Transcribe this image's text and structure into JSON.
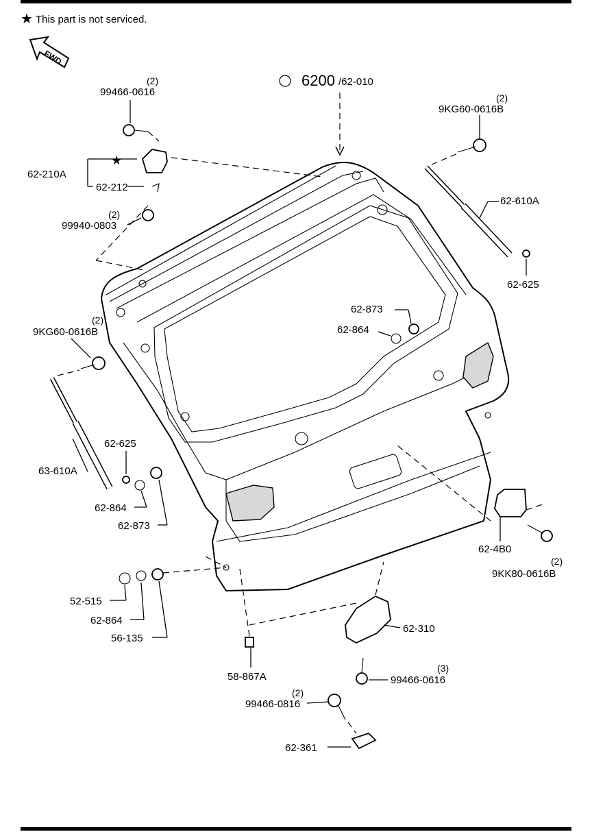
{
  "header": {
    "note_text": "This part is not serviced."
  },
  "fwd_label": "FWD",
  "main_part": {
    "number": "6200",
    "ref": "/62-010"
  },
  "callouts": [
    {
      "qty": "(2)",
      "text": "99466-0616"
    },
    {
      "qty": "(2)",
      "text": "9KG60-0616B"
    },
    {
      "qty": "",
      "text": "62-210A"
    },
    {
      "qty": "",
      "text": "62-212"
    },
    {
      "qty": "(2)",
      "text": "99940-0803"
    },
    {
      "qty": "",
      "text": "62-610A"
    },
    {
      "qty": "",
      "text": "62-625"
    },
    {
      "qty": "",
      "text": "62-873"
    },
    {
      "qty": "",
      "text": "62-864"
    },
    {
      "qty": "(2)",
      "text": "9KG60-0616B"
    },
    {
      "qty": "",
      "text": "62-625"
    },
    {
      "qty": "",
      "text": "63-610A"
    },
    {
      "qty": "",
      "text": "62-864"
    },
    {
      "qty": "",
      "text": "62-873"
    },
    {
      "qty": "",
      "text": "62-4B0"
    },
    {
      "qty": "(2)",
      "text": "9KK80-0616B"
    },
    {
      "qty": "",
      "text": "52-515"
    },
    {
      "qty": "",
      "text": "62-864"
    },
    {
      "qty": "",
      "text": "56-135"
    },
    {
      "qty": "",
      "text": "62-310"
    },
    {
      "qty": "",
      "text": "58-867A"
    },
    {
      "qty": "(3)",
      "text": "99466-0616"
    },
    {
      "qty": "(2)",
      "text": "99466-0816"
    },
    {
      "qty": "",
      "text": "62-361"
    }
  ]
}
